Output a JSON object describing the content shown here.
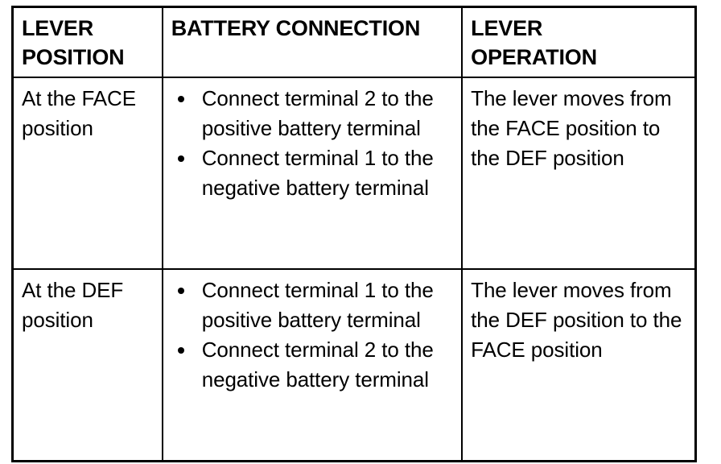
{
  "table": {
    "headers": [
      {
        "id": "lever-position",
        "label": "LEVER\nPOSITION"
      },
      {
        "id": "battery-connection",
        "label": "BATTERY CONNECTION"
      },
      {
        "id": "lever-operation",
        "label": "LEVER\nOPERATION"
      }
    ],
    "rows": [
      {
        "id": "face-position-row",
        "position": "At the FACE\nposition",
        "bullets": [
          "Connect terminal 2 to the positive battery terminal",
          "Connect terminal 1 to the negative battery terminal"
        ],
        "operation": "The lever moves from the FACE position to the DEF position"
      },
      {
        "id": "def-position-row",
        "position": "At the DEF\nposition",
        "bullets": [
          "Connect terminal 1 to the positive battery terminal",
          "Connect terminal 2 to the negative battery terminal"
        ],
        "operation": "The lever moves from the DEF position to the FACE position"
      }
    ]
  },
  "colors": {
    "border": "#000000",
    "background": "#ffffff",
    "text": "#000000"
  }
}
